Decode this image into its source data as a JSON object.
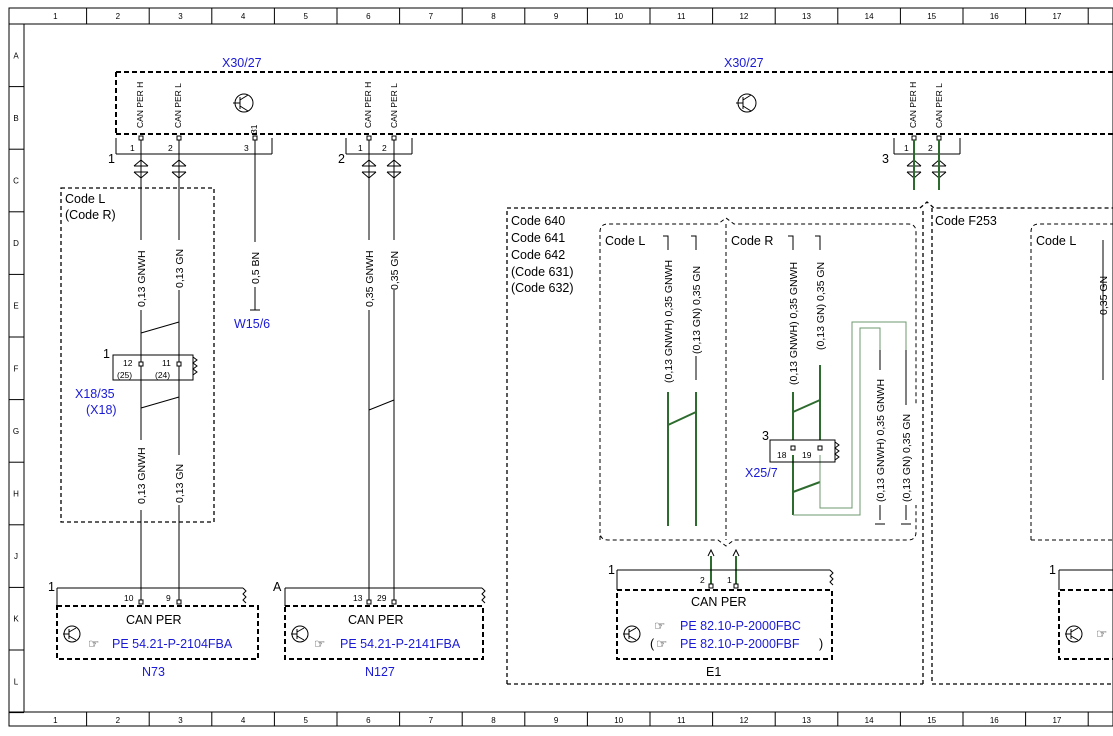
{
  "grid": {
    "columns": [
      "1",
      "2",
      "3",
      "4",
      "5",
      "6",
      "7",
      "8",
      "9",
      "10",
      "11",
      "12",
      "13",
      "14",
      "15",
      "16",
      "17"
    ],
    "rows": [
      "A",
      "B",
      "C",
      "D",
      "E",
      "F",
      "G",
      "H",
      "J",
      "K",
      "L"
    ]
  },
  "connectors": {
    "x30_27_left": "X30/27",
    "x30_27_right": "X30/27",
    "x18_35": "X18/35",
    "x18": "(X18)",
    "x25_7": "X25/7",
    "w15_6": "W15/6"
  },
  "pin_labels": {
    "can_per_h": "CAN PER H",
    "can_per_l": "CAN PER L",
    "p31": "31",
    "n1": "1",
    "n2": "2",
    "n3": "3",
    "p10": "10",
    "p9": "9",
    "p13": "13",
    "p29": "29",
    "p12": "12",
    "p11": "11",
    "p25": "(25)",
    "p24": "(24)",
    "p18": "18",
    "p19": "19",
    "e1_p2": "2",
    "e1_p1": "1",
    "group_a": "A"
  },
  "codes": {
    "left_block": [
      "Code L",
      "(Code R)"
    ],
    "e1_block": [
      "Code 640",
      "Code 641",
      "Code 642",
      "(Code 631)",
      "(Code 632)"
    ],
    "code_l_1": "Code L",
    "code_r": "Code R",
    "code_f253": "Code F253",
    "code_l_2": "Code L"
  },
  "wires": {
    "gnwh_013": "0,13 GNWH",
    "gn_013": "0,13 GN",
    "bn_05": "0,5 BN",
    "gnwh_035": "0,35 GNWH",
    "gn_035": "0,35 GN",
    "alt_gnwh": "(0,13 GNWH) 0,35 GNWH",
    "alt_gn": "(0,13 GN) 0,35 GN",
    "alt_gnwh2": "(0,13 GNWH) 0,35 GNWH",
    "alt_gn2": "(0,13 GN) 0,35 GN",
    "alt_gnwh3": "(0,13 GNWH) 0,35 GNWH",
    "alt_gn3": "(0,13 GN) 0,35 GN",
    "right_edge": "0,35 GN"
  },
  "modules": {
    "can_per": "CAN PER",
    "n73_ref": "PE 54.21-P-2104FBA",
    "n73": "N73",
    "n127_ref": "PE 54.21-P-2141FBA",
    "n127": "N127",
    "e1_ref1": "PE 82.10-P-2000FBC",
    "e1_ref2": "PE 82.10-P-2000FBF",
    "e1_paren_open": "(",
    "e1_paren_close": ")",
    "e1": "E1"
  },
  "colors": {
    "reference_blue": "#1a1ad6",
    "wire_green": "#2e6b2e",
    "line": "#000000"
  }
}
